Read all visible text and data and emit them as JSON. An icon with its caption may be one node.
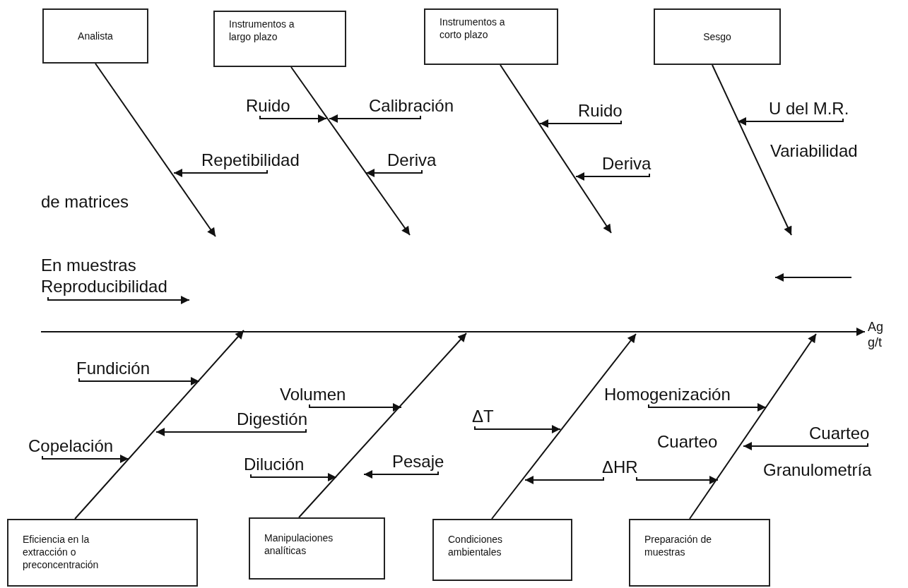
{
  "diagram": {
    "nodes": [
      {
        "text": [
          "Analista"
        ]
      },
      {
        "text": [
          "Instrumentos a largo plazo"
        ]
      },
      {
        "text": [
          "Instrumentos a corto plazo"
        ]
      },
      {
        "text": [
          "Sesgo"
        ]
      },
      {
        "text": [
          "Ruido"
        ]
      },
      {
        "text": [
          "Calibración"
        ]
      },
      {
        "text": [
          "Ruido"
        ]
      },
      {
        "text": [
          "U del M.R."
        ]
      },
      {
        "text": [
          "Repetibilidad"
        ]
      },
      {
        "text": [
          "Deriva"
        ]
      },
      {
        "text": [
          "Deriva"
        ]
      },
      {
        "text": [
          "En muestras Reproducibilidad"
        ]
      },
      {
        "text": [
          "Ag g/t"
        ]
      },
      {
        "text": [
          "Fundición"
        ]
      },
      {
        "text": [
          "Volumen"
        ]
      },
      {
        "text": [
          "Homogenización"
        ]
      },
      {
        "text": [
          "Digestión"
        ]
      },
      {
        "text": [
          "ΔT"
        ]
      },
      {
        "text": [
          "Cuarteo"
        ]
      },
      {
        "text": [
          "Copelación"
        ]
      },
      {
        "text": [
          "Dilución"
        ]
      },
      {
        "text": [
          "Pesaje"
        ]
      },
      {
        "text": [
          "ΔHR"
        ]
      },
      {
        "text": [
          "Eficiencia en la extracción o preconcentración"
        ]
      },
      {
        "text": [
          "Manipulaciones analíticas"
        ]
      },
      {
        "text": [
          "Condiciones ambientales"
        ]
      },
      {
        "text": [
          "Preparación de muestras"
        ]
      }
    ],
    "edges": [
      {
        "from": 4,
        "to": null,
        "arrow": "to"
      },
      {
        "from": 5,
        "to": null,
        "arrow": "to"
      },
      {
        "from": 6,
        "to": null,
        "arrow": "to"
      },
      {
        "from": 7,
        "to": null,
        "arrow": "to"
      },
      {
        "from": 8,
        "to": null,
        "arrow": "to"
      },
      {
        "from": 9,
        "to": null,
        "arrow": "to"
      },
      {
        "from": 10,
        "to": null,
        "arrow": "to"
      },
      {
        "from": 11,
        "to": null,
        "arrow": "to"
      },
      {
        "from": 0,
        "to": null,
        "arrow": "to"
      },
      {
        "from": 1,
        "to": null,
        "arrow": "to"
      },
      {
        "from": 2,
        "to": null,
        "arrow": "to"
      },
      {
        "from": 3,
        "to": null,
        "arrow": "to"
      },
      {
        "from": null,
        "to": 12,
        "arrow": "to"
      },
      {
        "from": 13,
        "to": null,
        "arrow": "to"
      },
      {
        "from": 14,
        "to": null,
        "arrow": "to"
      },
      {
        "from": 15,
        "to": null,
        "arrow": "to"
      },
      {
        "from": 16,
        "to": null,
        "arrow": "to"
      },
      {
        "from": 17,
        "to": null,
        "arrow": "to"
      },
      {
        "from": 18,
        "to": null,
        "arrow": "to"
      },
      {
        "from": 19,
        "to": null,
        "arrow": "to"
      },
      {
        "from": 20,
        "to": null,
        "arrow": "to"
      },
      {
        "from": 21,
        "to": null,
        "arrow": "to"
      },
      {
        "from": 22,
        "to": null,
        "arrow": "to"
      },
      {
        "from": 22,
        "to": null,
        "arrow": "to"
      },
      {
        "from": 23,
        "to": null,
        "arrow": "to"
      },
      {
        "from": 24,
        "to": null,
        "arrow": "to"
      },
      {
        "from": 25,
        "to": null,
        "arrow": "to"
      },
      {
        "from": 26,
        "to": null,
        "arrow": "to"
      }
    ],
    "labels": [
      "Variabilidad",
      "de matrices",
      "Cuarteo",
      "Granulometría"
    ]
  }
}
